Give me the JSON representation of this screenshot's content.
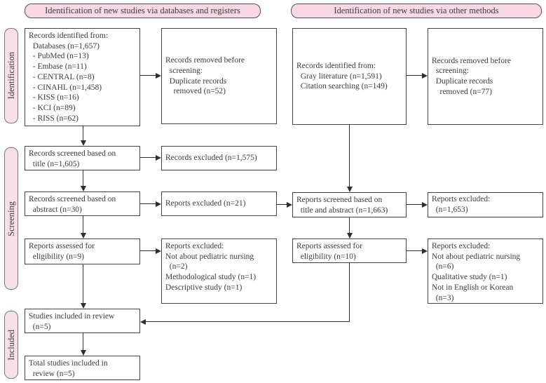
{
  "headers": {
    "databases": "Identification of new studies via databases and registers",
    "other_methods": "Identification of new studies via other methods"
  },
  "stages": {
    "identification": "Identification",
    "screening": "Screening",
    "included": "Included"
  },
  "boxes": {
    "db_identified": "Records identified from:\n  Databases (n=1,657)\n  - PubMed (n=13)\n  - Embase (n=11)\n  - CENTRAL (n=8)\n  - CINAHL (n=1,458)\n  - KISS (n=16)\n  - KCI (n=89)\n  - RISS (n=62)",
    "db_removed": "Records removed before\n  screening:\n  Duplicate records\n    removed (n=52)",
    "screened_title": "Records screened based on\n  title (n=1,605)",
    "excluded_title": "Records excluded (n=1,575)",
    "screened_abstract": "Records screened based on\n  abstract (n=30)",
    "excluded_abstract": "Reports excluded (n=21)",
    "assessed_db": "Reports assessed for\n  eligibility (n=9)",
    "excluded_db_eligibility": "Reports excluded:\nNot about pediatric nursing\n  (n=2)\nMethodological study (n=1)\nDescriptive study (n=1)",
    "included_review": "Studies included in review\n  (n=5)",
    "total_included": "Total studies included in\n  review (n=5)",
    "other_identified": "Records identified from:\n  Gray literature (n=1,591)\n  Citation searching (n=149)",
    "other_removed": "Records removed before\n  screening:\n  Duplicate records\n    removed (n=77)",
    "screened_title_abstract": "Reports screened based on\n  title and abstract (n=1,663)",
    "excluded_title_abstract": "Reports excluded:\n  (n=1,653)",
    "assessed_other": "Reports assessed for\n  eligibility (n=10)",
    "excluded_other_eligibility": "Reports excluded:\nNot about pediatric nursing\n  (n=6)\nQualitative study (n=1)\nNot in English or Korean\n  (n=3)"
  },
  "colors": {
    "pink_fill_header": "#f8d8e4",
    "pink_fill_stage": "#f9dfe9",
    "box_border": "#434346",
    "text": "#3c3b3d",
    "arrow": "#2e2e30"
  }
}
